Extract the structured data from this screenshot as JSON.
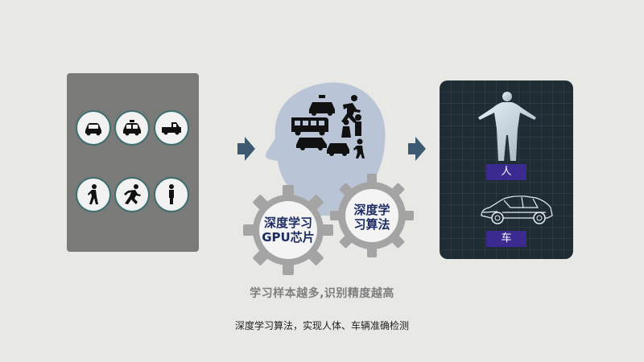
{
  "input_icons": [
    {
      "name": "car-icon"
    },
    {
      "name": "taxi-icon"
    },
    {
      "name": "pickup-truck-icon"
    },
    {
      "name": "walking-person-icon"
    },
    {
      "name": "running-person-icon"
    },
    {
      "name": "standing-person-icon"
    }
  ],
  "gears": {
    "chip_label": "深度学习\nGPU芯片",
    "algorithm_label": "深度学\n习算法"
  },
  "outputs": {
    "human_label": "人",
    "car_label": "车"
  },
  "captions": {
    "main": "学习样本越多,识别精度越高",
    "sub": "深度学习算法，实现人体、车辆准确检测"
  },
  "colors": {
    "gear": "#a4a4a4",
    "head": "#b9c4d6",
    "arrow": "#3e5a73",
    "tag": "#3b2a90",
    "gear_text": "#1d2d63"
  }
}
